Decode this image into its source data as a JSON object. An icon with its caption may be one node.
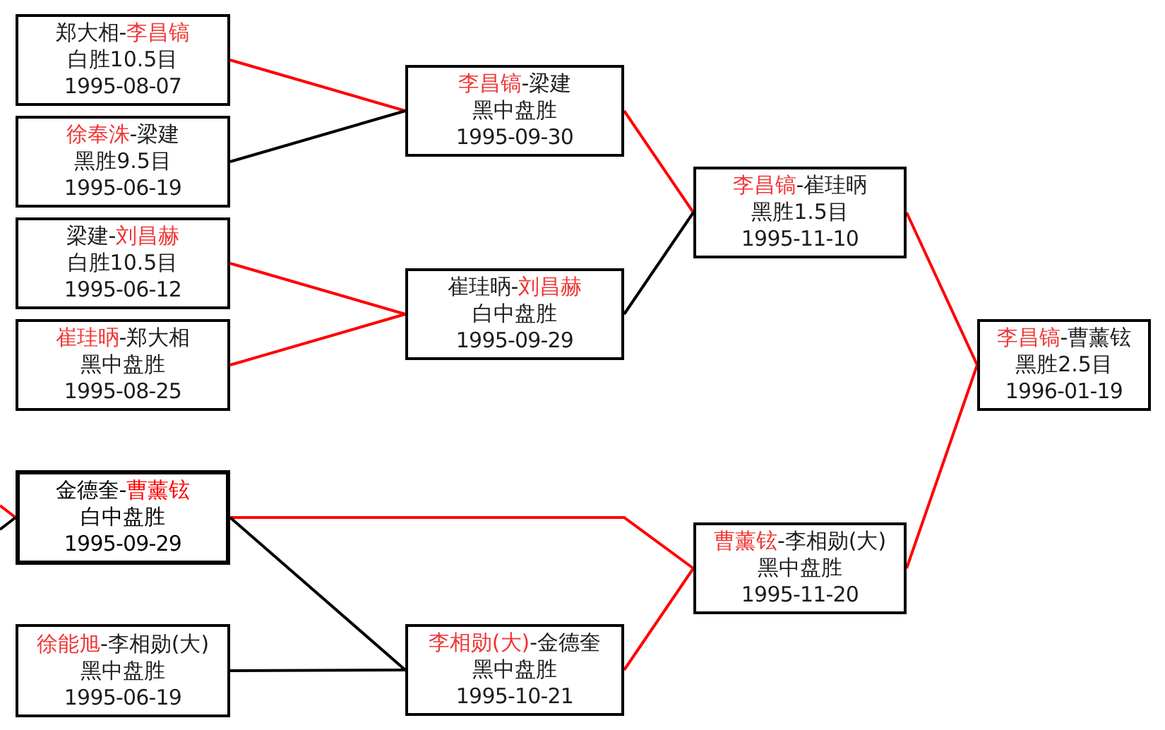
{
  "diagram": {
    "nodes": [
      {
        "text": [
          "郑大相-**李昌镐**",
          "白胜10.5目",
          "1995-08-07"
        ]
      },
      {
        "text": [
          "**徐奉洙**-梁建",
          "黑胜9.5目",
          "1995-06-19"
        ]
      },
      {
        "text": [
          "梁建-**刘昌赫**",
          "白胜10.5目",
          "1995-06-12"
        ]
      },
      {
        "text": [
          "**崔珪昞**-郑大相",
          "黑中盘胜",
          "1995-08-25"
        ]
      },
      {
        "text": [
          "金德奎-**曹薰铉**",
          "白中盘胜",
          "1995-09-29"
        ]
      },
      {
        "text": [
          "**徐能旭**-李相勋(大)",
          "黑中盘胜",
          "1995-06-19"
        ]
      },
      {
        "text": [
          "**李昌镐**-梁建",
          "黑中盘胜",
          "1995-09-30"
        ]
      },
      {
        "text": [
          "崔珪昞-**刘昌赫**",
          "白中盘胜",
          "1995-09-29"
        ]
      },
      {
        "text": [
          "**李相勋(大)**-金德奎",
          "黑中盘胜",
          "1995-10-21"
        ]
      },
      {
        "text": [
          "**李昌镐**-崔珪昞",
          "黑胜1.5目",
          "1995-11-10"
        ]
      },
      {
        "text": [
          "**曹薰铉**-李相勋(大)",
          "黑中盘胜",
          "1995-11-20"
        ]
      },
      {
        "text": [
          "**李昌镐**-曹薰铉",
          "黑胜2.5目",
          "1996-01-19"
        ]
      }
    ],
    "edges": [
      {
        "from": 0,
        "to": 6,
        "arrow": "none"
      },
      {
        "from": 1,
        "to": 6,
        "arrow": "none",
        "color": "#000000"
      },
      {
        "from": 2,
        "to": 7,
        "arrow": "none"
      },
      {
        "from": 3,
        "to": 7,
        "arrow": "none"
      },
      {
        "from": null,
        "to": 4,
        "arrow": "none"
      },
      {
        "from": null,
        "to": 4,
        "arrow": "none",
        "color": "#000000"
      },
      {
        "from": 4,
        "to": 10,
        "arrow": "none"
      },
      {
        "from": 4,
        "to": 8,
        "arrow": "none",
        "color": "#000000"
      },
      {
        "from": 5,
        "to": 8,
        "arrow": "none",
        "color": "#000000"
      },
      {
        "from": 6,
        "to": 9,
        "arrow": "none"
      },
      {
        "from": 7,
        "to": 9,
        "arrow": "none",
        "color": "#000000"
      },
      {
        "from": 8,
        "to": 10,
        "arrow": "none"
      },
      {
        "from": 9,
        "to": 11,
        "arrow": "none"
      },
      {
        "from": 10,
        "to": 11,
        "arrow": "none"
      }
    ]
  }
}
